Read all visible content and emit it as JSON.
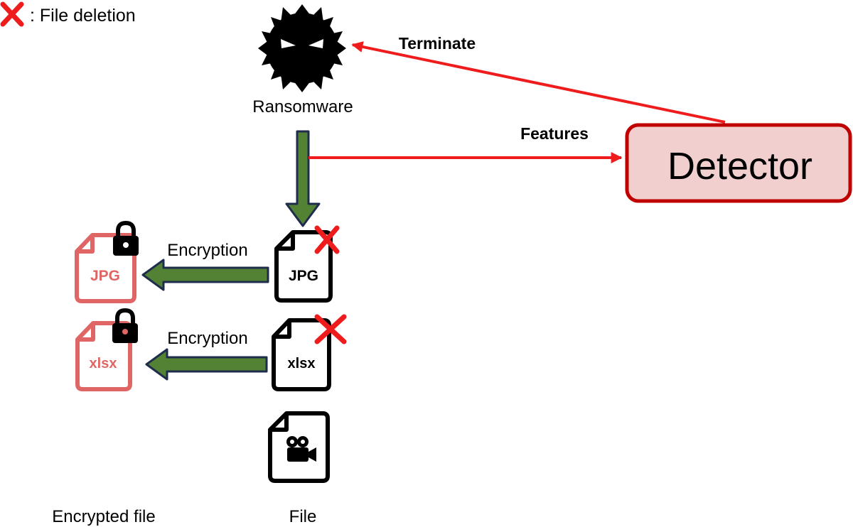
{
  "legend": {
    "marker_icon": "red-x-icon",
    "text": ": File deletion"
  },
  "ransomware": {
    "icon": "virus-blob-icon",
    "label": "Ransomware"
  },
  "detector": {
    "label": "Detector"
  },
  "arrows": {
    "terminate_label": "Terminate",
    "features_label": "Features"
  },
  "encryption_label": "Encryption",
  "files": [
    {
      "type_label": "JPG",
      "deleted": true
    },
    {
      "type_label": "xlsx",
      "deleted": true
    },
    {
      "type_label": "",
      "icon": "video-camera-icon",
      "deleted": false
    }
  ],
  "encrypted_files": [
    {
      "type_label": "JPG",
      "icon": "padlock-icon"
    },
    {
      "type_label": "xlsx",
      "icon": "padlock-icon"
    }
  ],
  "captions": {
    "encrypted": "Encrypted file",
    "original": "File"
  },
  "colors": {
    "red": "#ee1c1c",
    "green": "#548235",
    "navy": "#1f2d4d",
    "encrypted": "#e06666",
    "detector_fill": "#f2cfcf",
    "detector_stroke": "#c00000"
  }
}
